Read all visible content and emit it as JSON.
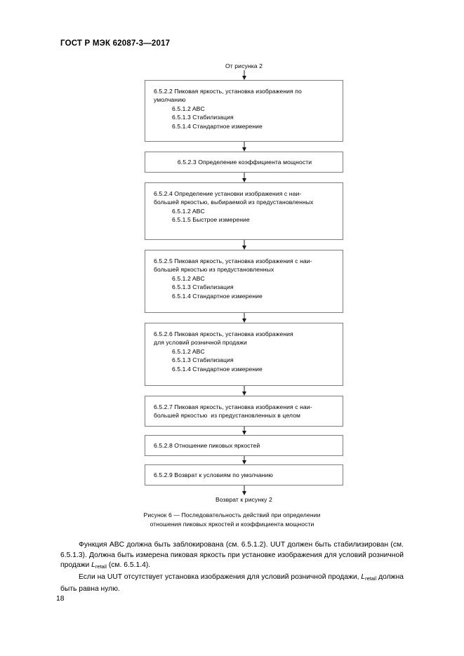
{
  "document": {
    "header": "ГОСТ Р МЭК 62087-3—2017",
    "page_number": "18"
  },
  "flowchart": {
    "entry_label": "От рисунка 2",
    "exit_label": "Возврат к рисунку 2",
    "boxes": [
      {
        "id": "6.5.2.2",
        "lines": [
          "6.5.2.2 Пиковая яркость, установка изображения по",
          "умолчанию"
        ],
        "sub_lines": [
          "6.5.1.2 ABC",
          "6.5.1.3 Стабилизация",
          "6.5.1.4 Стандартное измерение"
        ]
      },
      {
        "id": "6.5.2.3",
        "lines": [
          "6.5.2.3 Определение коэффициента мощности"
        ],
        "sub_lines": []
      },
      {
        "id": "6.5.2.4",
        "lines": [
          "6.5.2.4 Определение установки изображения с наи-",
          "большей яркостью, выбираемой из предустановленных"
        ],
        "sub_lines": [
          "6.5.1.2 ABC",
          "6.5.1.5 Быстрое измерение"
        ]
      },
      {
        "id": "6.5.2.5",
        "lines": [
          "6.5.2.5 Пиковая яркость, установка изображения с наи-",
          "большей яркостью из предустановленных"
        ],
        "sub_lines": [
          "6.5.1.2 ABC",
          "6.5.1.3 Стабилизация",
          "6.5.1.4 Стандартное измерение"
        ]
      },
      {
        "id": "6.5.2.6",
        "lines": [
          "6.5.2.6 Пиковая яркость, установка изображения",
          "для условий розничной продажи"
        ],
        "sub_lines": [
          "6.5.1.2 ABC",
          "6.5.1.3 Стабилизация",
          "6.5.1.4 Стандартное измерение"
        ]
      },
      {
        "id": "6.5.2.7",
        "lines": [
          "6.5.2.7 Пиковая яркость, установка изображения с наи-",
          "большей яркостью  из предустановленных в целом"
        ],
        "sub_lines": []
      },
      {
        "id": "6.5.2.8",
        "lines": [
          "6.5.2.8 Отношение пиковых яркостей"
        ],
        "sub_lines": []
      },
      {
        "id": "6.5.2.9",
        "lines": [
          "6.5.2.9 Возврат к условиям по умолчанию"
        ],
        "sub_lines": []
      }
    ]
  },
  "figure_caption": {
    "line1": "Рисунок 6 — Последовательность действий при определении",
    "line2": "отношения пиковых яркостей и коэффициента мощности"
  },
  "paragraphs": {
    "p1_part1": "Функция ABC должна быть заблокирована (см. 6.5.1.2). UUT должен быть стабилизирован (см. 6.5.1.3). Должна быть измерена пиковая яркость при установке изображения для условий розничной продажи ",
    "p1_var": "L",
    "p1_sub": "retail",
    "p1_part2": " (см. 6.5.1.4).",
    "p2_part1": "Если на UUT отсутствует установка изображения для условий розничной продажи, ",
    "p2_var": "L",
    "p2_sub": "retail",
    "p2_part2": " должна быть равна нулю."
  }
}
